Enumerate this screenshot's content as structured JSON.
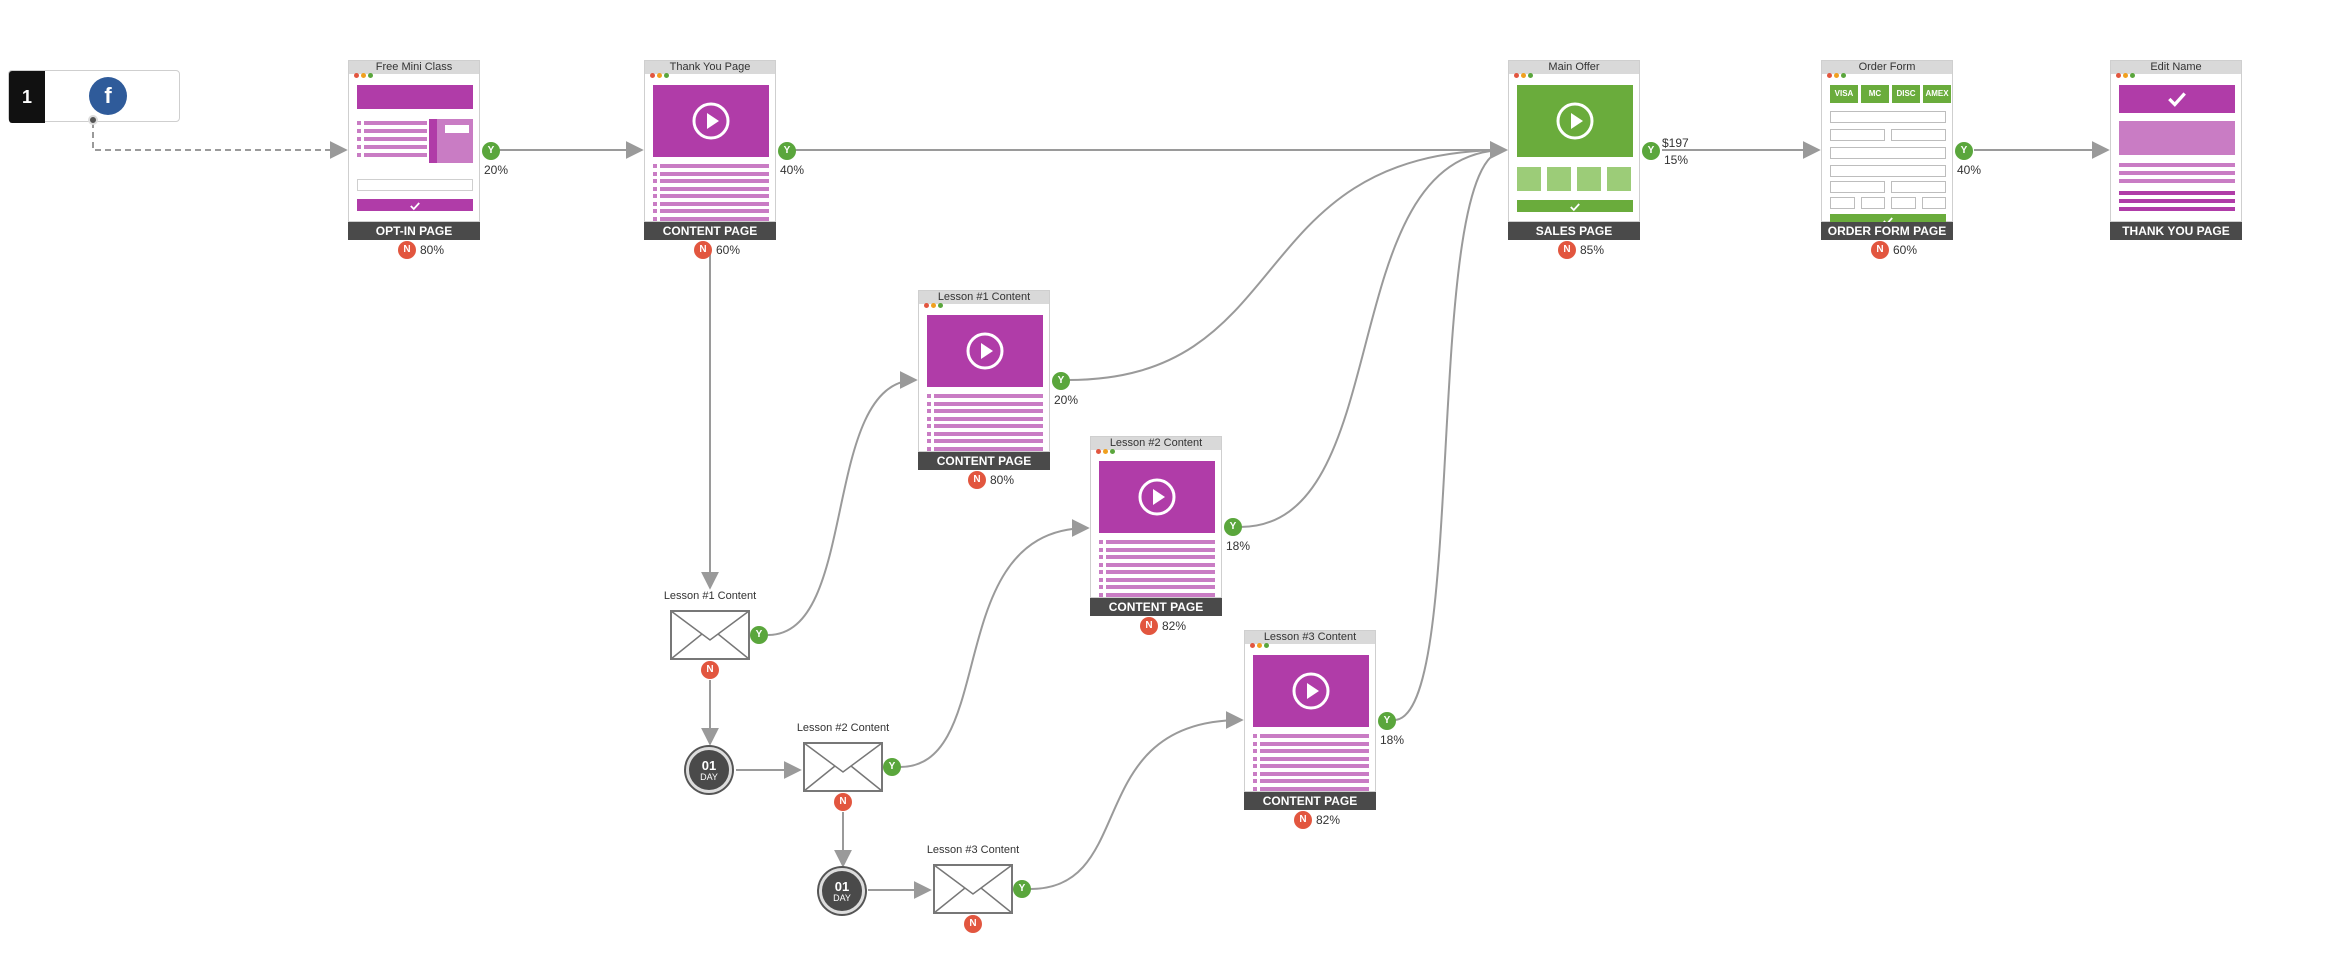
{
  "source": {
    "number": "1",
    "icon": "facebook-icon",
    "fb_glyph": "f"
  },
  "colors": {
    "purple": "#b03ca8",
    "purple_light": "#c97cc4",
    "green": "#6aac3c",
    "green_light": "#9ccc78",
    "label_bg": "#4a4a4a",
    "yes": "#5aa63c",
    "no": "#e2563f",
    "line": "#9a9a9a"
  },
  "badges": {
    "yes": "Y",
    "no": "N"
  },
  "pages": [
    {
      "id": "optin",
      "title": "Free Mini Class",
      "label": "OPT-IN PAGE",
      "kind": "optin",
      "yes_pct": "20%",
      "no_pct": "80%"
    },
    {
      "id": "content_main",
      "title": "Thank You Page",
      "label": "CONTENT PAGE",
      "kind": "video",
      "yes_pct": "40%",
      "no_pct": "60%"
    },
    {
      "id": "sales",
      "title": "Main Offer",
      "label": "SALES PAGE",
      "kind": "sales",
      "price": "$197",
      "yes_pct": "15%",
      "no_pct": "85%"
    },
    {
      "id": "order",
      "title": "Order Form",
      "label": "ORDER FORM PAGE",
      "kind": "order",
      "yes_pct": "40%",
      "no_pct": "60%"
    },
    {
      "id": "thanks",
      "title": "Edit Name",
      "label": "THANK YOU PAGE",
      "kind": "thanks"
    },
    {
      "id": "lesson1",
      "title": "Lesson #1 Content",
      "label": "CONTENT PAGE",
      "kind": "video",
      "yes_pct": "20%",
      "no_pct": "80%"
    },
    {
      "id": "lesson2",
      "title": "Lesson #2 Content",
      "label": "CONTENT PAGE",
      "kind": "video",
      "yes_pct": "18%",
      "no_pct": "82%"
    },
    {
      "id": "lesson3",
      "title": "Lesson #3 Content",
      "label": "CONTENT PAGE",
      "kind": "video",
      "yes_pct": "18%",
      "no_pct": "82%"
    }
  ],
  "emails": [
    {
      "id": "email1",
      "title": "Lesson #1 Content",
      "icon": "envelope-icon"
    },
    {
      "id": "email2",
      "title": "Lesson #2 Content",
      "icon": "envelope-icon"
    },
    {
      "id": "email3",
      "title": "Lesson #3 Content",
      "icon": "envelope-icon"
    }
  ],
  "timers": [
    {
      "id": "timer1",
      "line1": "01",
      "line2": "DAY",
      "icon": "stopwatch-icon"
    },
    {
      "id": "timer2",
      "line1": "01",
      "line2": "DAY",
      "icon": "stopwatch-icon"
    }
  ],
  "card_icons": [
    "credit-card-visa-icon",
    "credit-card-mastercard-icon",
    "credit-card-discover-icon",
    "credit-card-amex-icon"
  ],
  "card_texts": [
    "VISA",
    "MC",
    "DISC",
    "AMEX"
  ]
}
